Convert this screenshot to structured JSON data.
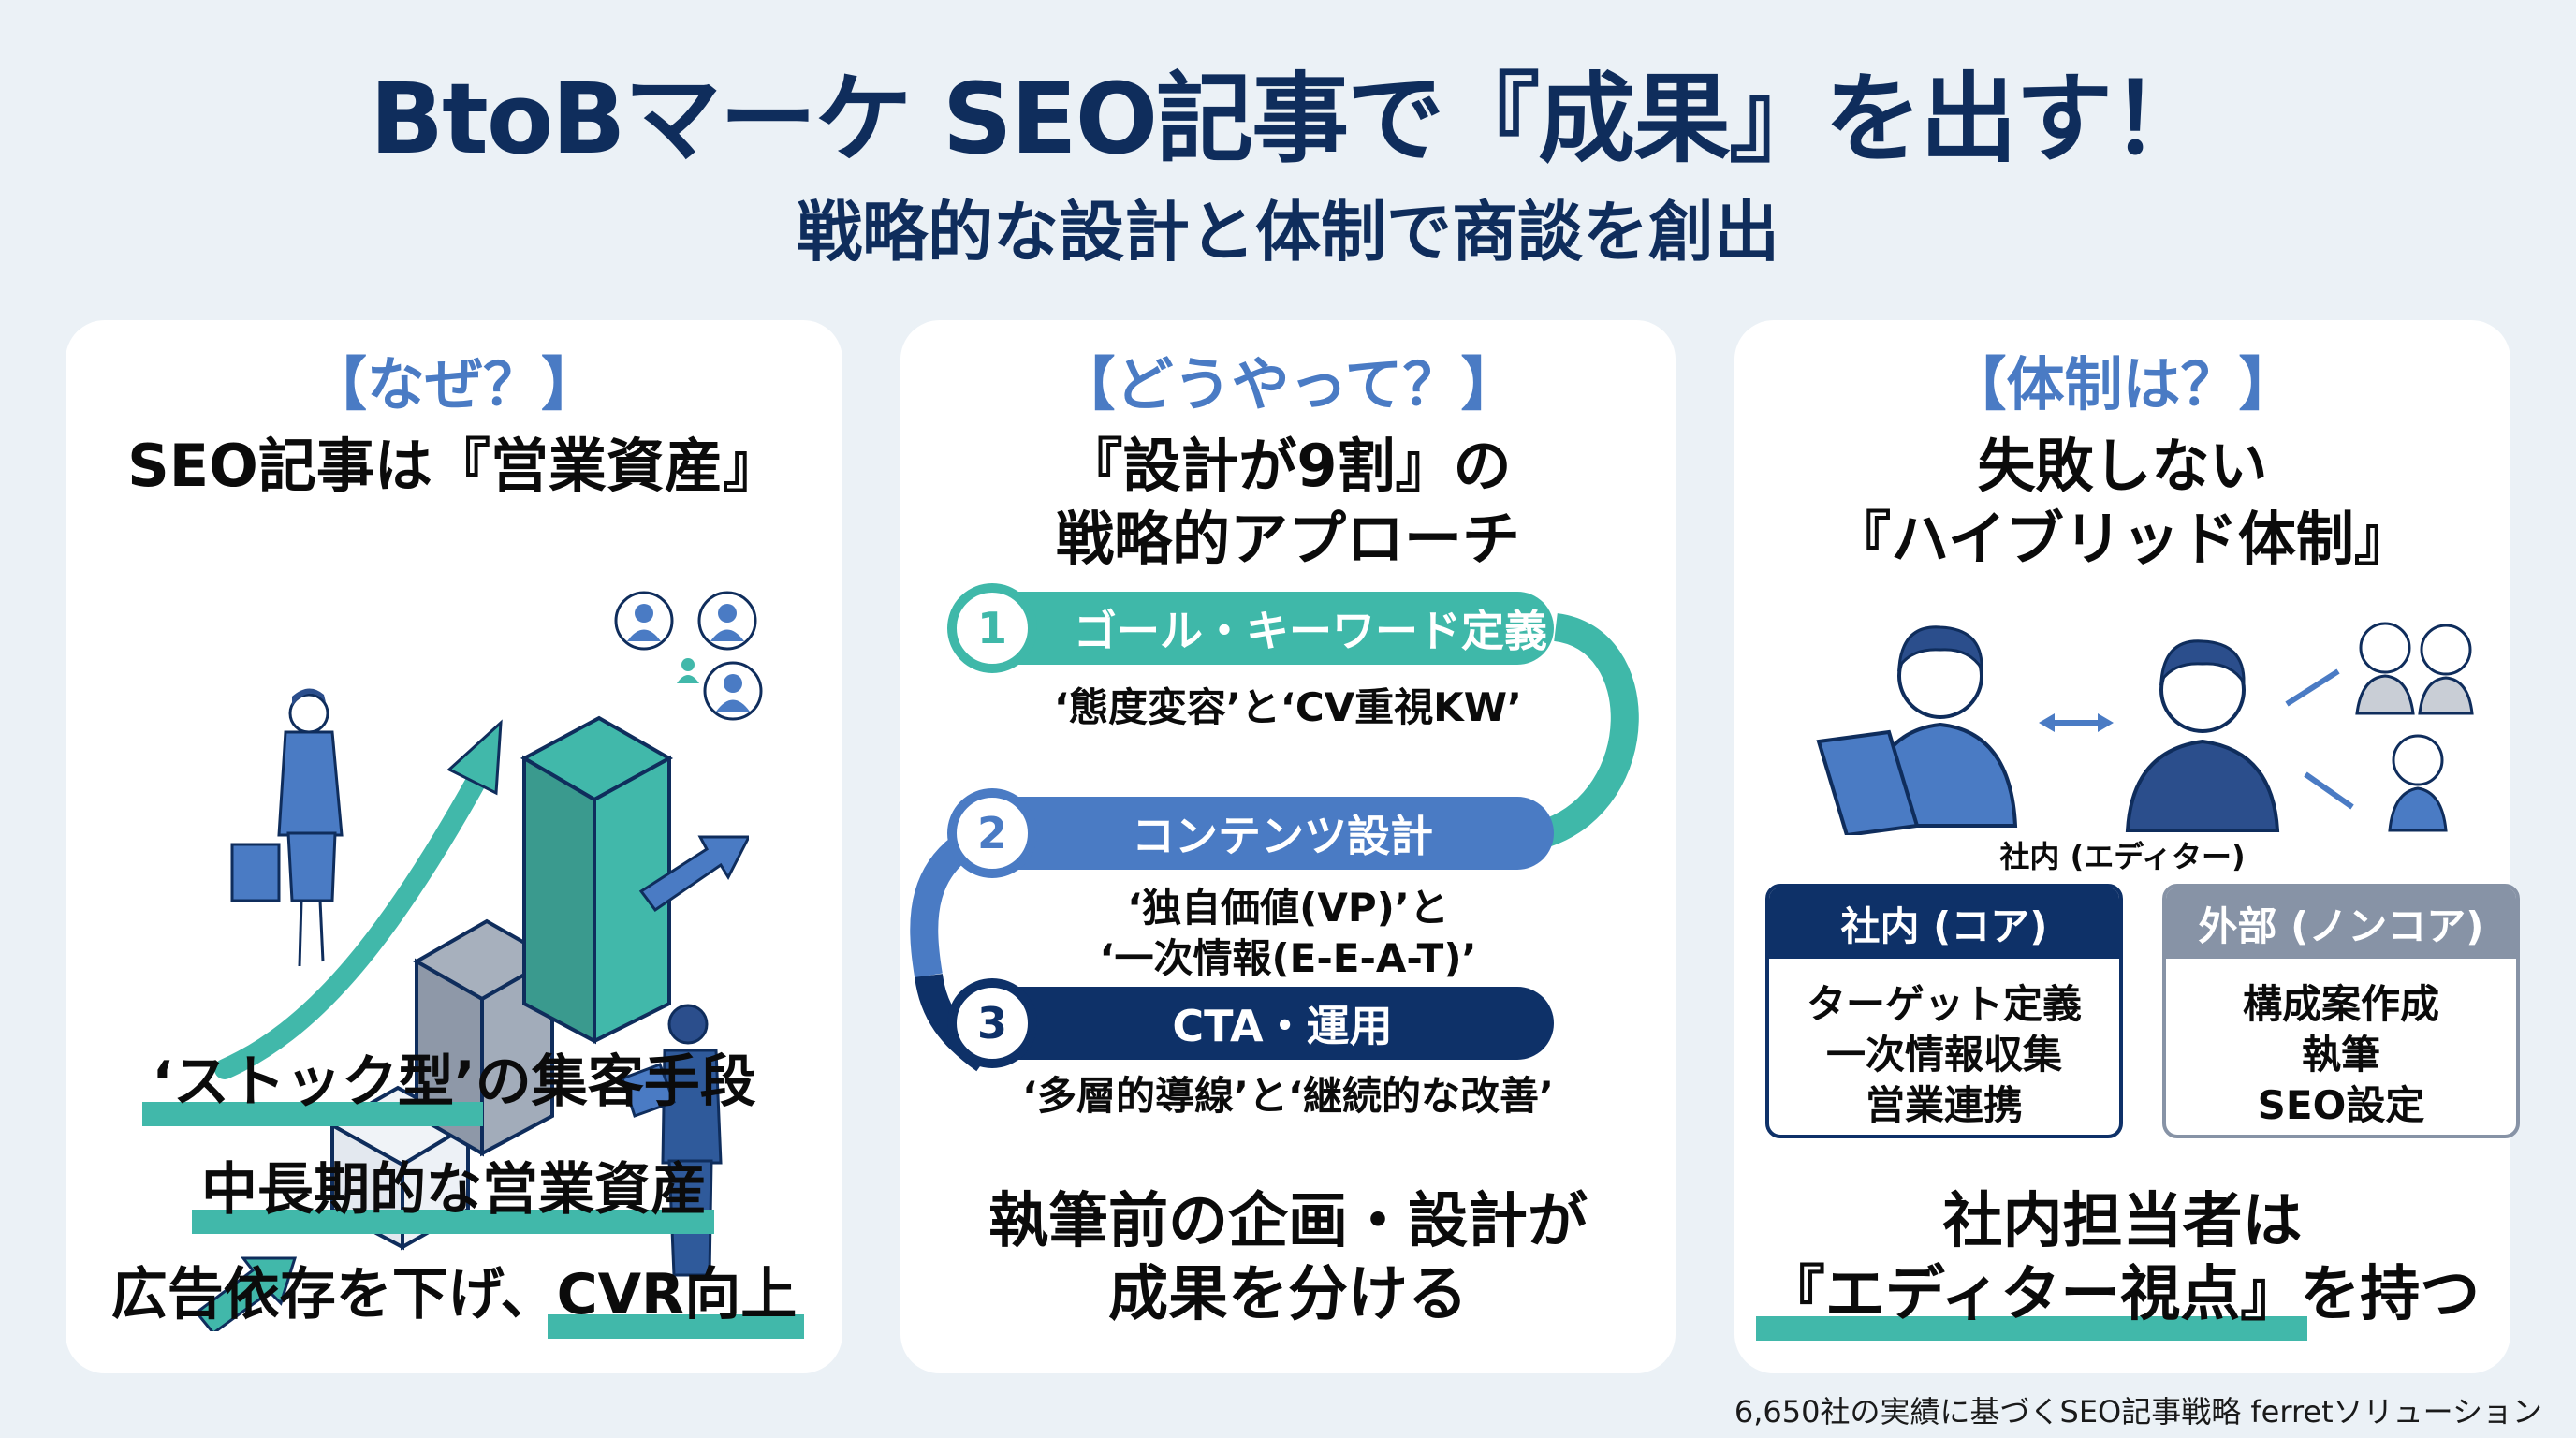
{
  "header": {
    "title": "BtoBマーケ SEO記事で『成果』を出す！",
    "subtitle": "戦略的な設計と体制で商談を創出"
  },
  "colors": {
    "background": "#EBF1F6",
    "navy": "#0F2D5C",
    "accent_blue": "#4A7BC4",
    "teal": "#41B8AA",
    "step1": "#3FB8A9",
    "step2": "#4A7BC4",
    "step3": "#0E3168",
    "outsource_gray": "#8793A6"
  },
  "cards": {
    "why": {
      "label": "【なぜ？】",
      "heading": "SEO記事は『営業資産』",
      "illustration": "isometric-growth-bars-with-business-people-icon",
      "points": [
        {
          "highlight": "‘ストック型’",
          "rest": "の集客手段"
        },
        {
          "highlight": "中長期的な営業資産",
          "rest": ""
        },
        {
          "lead": "広告依存を下げ、",
          "highlight": "CVR向上"
        }
      ]
    },
    "how": {
      "label": "【どうやって？】",
      "heading_line1": "『設計が9割』の",
      "heading_line2": "戦略的アプローチ",
      "steps": [
        {
          "num": "1",
          "title": "ゴール・キーワード定義",
          "desc": "‘態度変容’と‘CV重視KW’"
        },
        {
          "num": "2",
          "title": "コンテンツ設計",
          "desc_line1": "‘独自価値(VP)’と",
          "desc_line2": "‘一次情報(E-E-A-T)’"
        },
        {
          "num": "3",
          "title": "CTA・運用",
          "desc": "‘多層的導線’と‘継続的な改善’"
        }
      ],
      "conclusion_line1": "執筆前の企画・設計が",
      "conclusion_line2": "成果を分ける"
    },
    "team": {
      "label": "【体制は？】",
      "heading_line1": "失敗しない",
      "heading_line2": "『ハイブリッド体制』",
      "illustration": "editor-and-team-people-icon",
      "editor_label": "社内 (エディター)",
      "roles": [
        {
          "header": "社内 (コア)",
          "items": [
            "ターゲット定義",
            "一次情報収集",
            "営業連携"
          ]
        },
        {
          "header": "外部 (ノンコア)",
          "items": [
            "構成案作成",
            "執筆",
            "SEO設定"
          ]
        }
      ],
      "conclusion_line1": "社内担当者は",
      "conclusion_highlight": "『エディター視点』",
      "conclusion_rest": "を持つ"
    }
  },
  "footer": {
    "text": "6,650社の実績に基づくSEO記事戦略 ferretソリューション"
  }
}
